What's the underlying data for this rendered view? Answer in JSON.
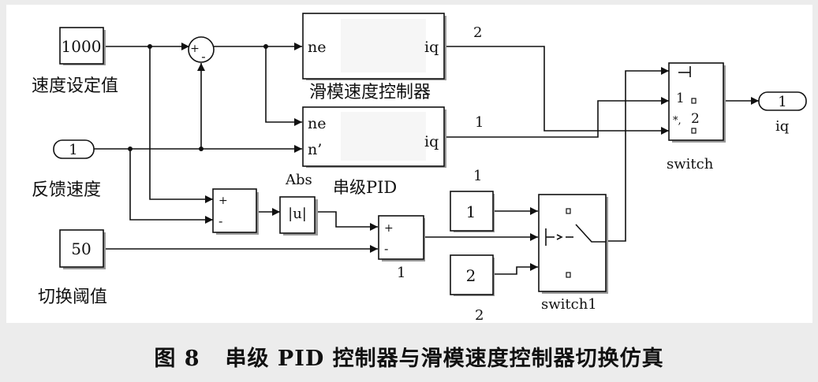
{
  "blocks": {
    "speed_setpoint": {
      "value": "1000",
      "label": "速度设定值"
    },
    "feedback": {
      "port_number": "1",
      "label": "反馈速度"
    },
    "threshold": {
      "value": "50",
      "label": "切换阈值"
    },
    "sum1": {
      "plus": "+",
      "minus": "-"
    },
    "sliding_ctrl": {
      "in_port": "ne",
      "out_port": "iq",
      "label": "滑模速度控制器",
      "wire_label": "2"
    },
    "pid_ctrl": {
      "in_port1": "ne",
      "in_port2": "n’",
      "out_port": "iq",
      "label": "串级PID",
      "wire_label": "1"
    },
    "sum2": {
      "plus": "+",
      "minus": "-"
    },
    "abs": {
      "content": "|u|",
      "label": "Abs"
    },
    "sum3": {
      "plus": "+",
      "minus": "-",
      "wire_label": "1"
    },
    "const1": {
      "value": "1",
      "label": "1"
    },
    "const2": {
      "value": "2",
      "label": "2"
    },
    "switch1": {
      "label": "switch1"
    },
    "switch": {
      "label": "switch",
      "port1": "1",
      "port2": "2",
      "star": "*,"
    },
    "outport": {
      "port_number": "1",
      "label": "iq"
    }
  },
  "caption": {
    "figure": "图 8",
    "title": "串级 PID 控制器与滑模速度控制器切换仿真"
  }
}
